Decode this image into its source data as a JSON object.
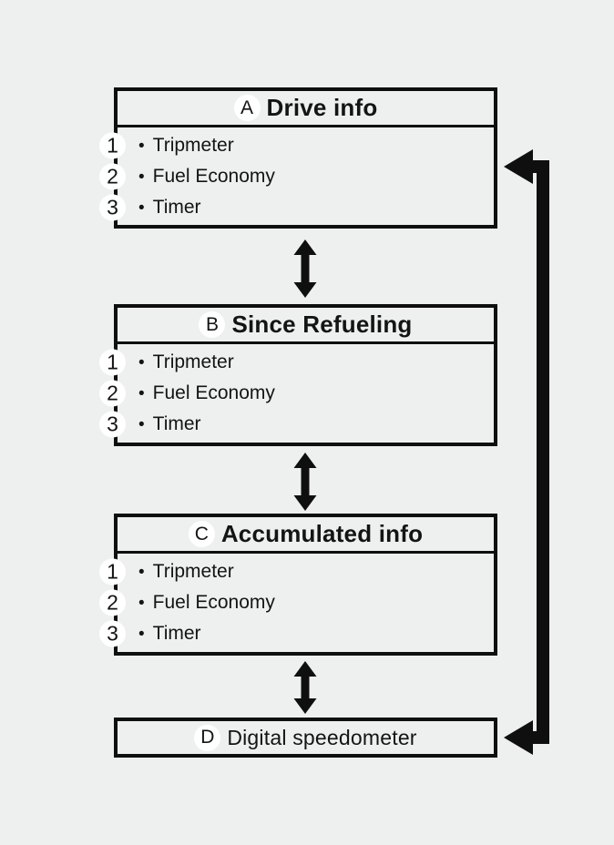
{
  "diagram": {
    "bullet": "•",
    "colors": {
      "background": "#eef0ef",
      "line": "#0f0f0f",
      "badge_fill": "#ffffff"
    },
    "icons": {
      "between_panels": "double-headed-vertical-arrow",
      "loop": "return-arrow-right-side"
    },
    "panels": [
      {
        "letter": "A",
        "title": "Drive info",
        "items": [
          {
            "num": "1",
            "label": "Tripmeter"
          },
          {
            "num": "2",
            "label": "Fuel Economy"
          },
          {
            "num": "3",
            "label": "Timer"
          }
        ]
      },
      {
        "letter": "B",
        "title": "Since Refueling",
        "items": [
          {
            "num": "1",
            "label": "Tripmeter"
          },
          {
            "num": "2",
            "label": "Fuel Economy"
          },
          {
            "num": "3",
            "label": "Timer"
          }
        ]
      },
      {
        "letter": "C",
        "title": "Accumulated info",
        "items": [
          {
            "num": "1",
            "label": "Tripmeter"
          },
          {
            "num": "2",
            "label": "Fuel Economy"
          },
          {
            "num": "3",
            "label": "Timer"
          }
        ]
      },
      {
        "letter": "D",
        "title": "Digital speedometer",
        "items": []
      }
    ]
  }
}
